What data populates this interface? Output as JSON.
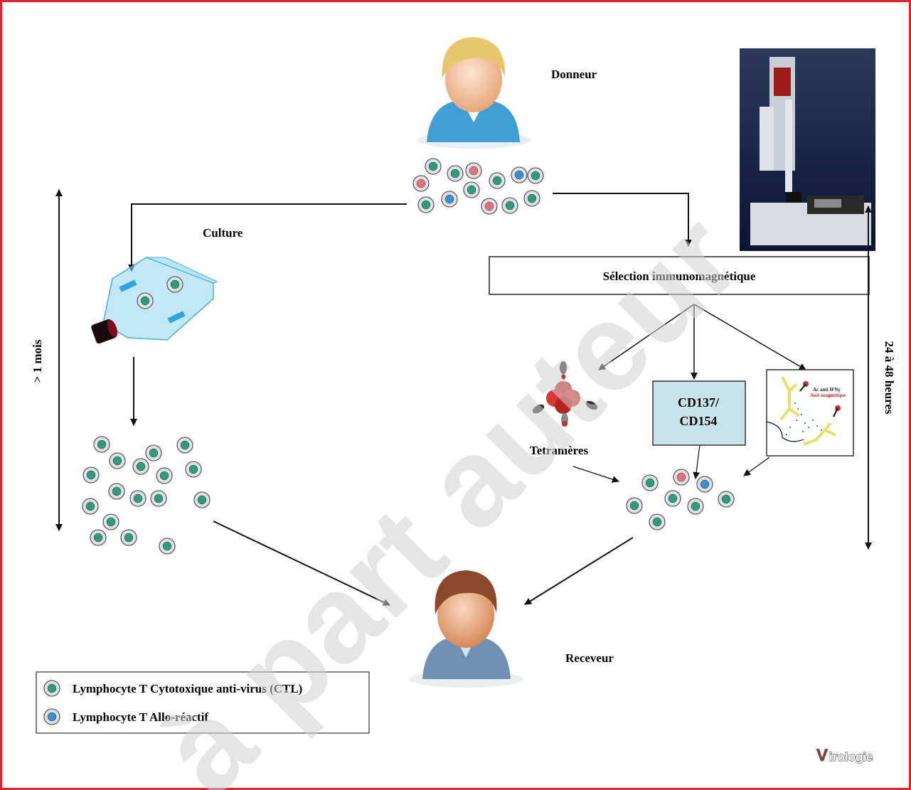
{
  "labels": {
    "donor": "Donneur",
    "culture": "Culture",
    "selection": "Sélection immunomagnétique",
    "cd_line1": "CD137/",
    "cd_line2": "CD154",
    "tetramers": "Tetramères",
    "recipient": "Receveur",
    "left_duration": "> 1 mois",
    "right_duration": "24 à 48 heures",
    "ifn_line1": "Ac anti IFNγ",
    "ifn_line2": "Anti-magnétique",
    "watermark": "à part auteur",
    "brand_initial": "V",
    "brand_rest": "irologie"
  },
  "legend": [
    {
      "label": "Lymphocyte T Cytotoxique anti-virus (CTL)",
      "cell": "teal"
    },
    {
      "label": "Lymphocyte T Allo-réactif",
      "cell": "blue"
    }
  ],
  "colors": {
    "frame": "#d9282f",
    "cell_teal": "#2f9a7c",
    "cell_blue": "#3b8ed2",
    "cell_pink": "#e8707c",
    "flask": "#8fd3f0",
    "box_fill": "#c5e3e8",
    "yellow_antibody": "#e7df68",
    "brand_red": "#c8262c"
  }
}
